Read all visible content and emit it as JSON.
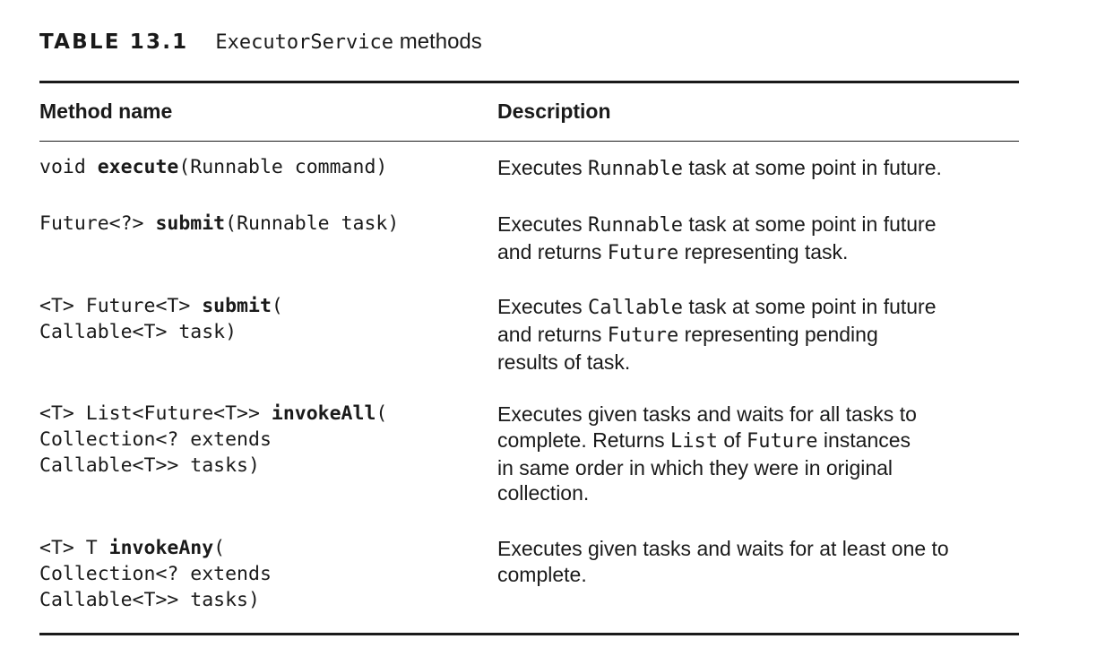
{
  "caption": {
    "label": "TABLE 13.1",
    "title_code": "ExecutorService",
    "title_text": " methods"
  },
  "headers": {
    "method": "Method name",
    "description": "Description"
  },
  "rows": [
    {
      "m": [
        [
          "void ",
          "execute",
          "(Runnable command)"
        ]
      ],
      "d": [
        [
          "Executes ",
          "Runnable",
          " task at some point in future."
        ]
      ]
    },
    {
      "m": [
        [
          "Future<?> ",
          "submit",
          "(Runnable task)"
        ]
      ],
      "d": [
        [
          "Executes ",
          "Runnable",
          " task at some point in future"
        ],
        [
          "and returns ",
          "Future",
          " representing task."
        ]
      ]
    },
    {
      "m": [
        [
          "<T> Future<T> ",
          "submit",
          "("
        ],
        [
          "Callable<T> task)",
          "",
          ""
        ]
      ],
      "d": [
        [
          "Executes ",
          "Callable",
          " task at some point in future"
        ],
        [
          "and returns ",
          "Future",
          " representing pending"
        ],
        [
          "results of task.",
          "",
          ""
        ]
      ]
    },
    {
      "m": [
        [
          "<T> List<Future<T>> ",
          "invokeAll",
          "("
        ],
        [
          "Collection<? extends",
          "",
          ""
        ],
        [
          "Callable<T>> tasks)",
          "",
          ""
        ]
      ],
      "d": [
        [
          "Executes given tasks and waits for all tasks to",
          "",
          ""
        ],
        [
          "complete. Returns ",
          "List",
          " of "
        ],
        [
          "in same order in which they were in original",
          "",
          ""
        ],
        [
          "collection.",
          "",
          ""
        ]
      ],
      "d_extra": {
        "code": "Future",
        "text": " instances"
      }
    },
    {
      "m": [
        [
          "<T> T ",
          "invokeAny",
          "("
        ],
        [
          "Collection<? extends",
          "",
          ""
        ],
        [
          "Callable<T>> tasks)",
          "",
          ""
        ]
      ],
      "d": [
        [
          "Executes given tasks and waits for at least one to",
          "",
          ""
        ],
        [
          "complete.",
          "",
          ""
        ]
      ]
    }
  ]
}
